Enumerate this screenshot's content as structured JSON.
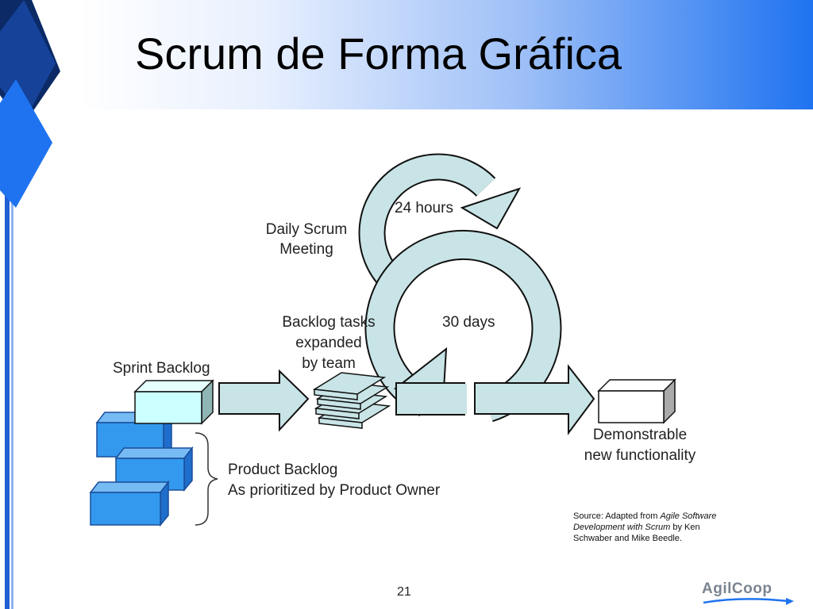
{
  "title": "Scrum de Forma Gráfica",
  "labels": {
    "hours": "24 hours",
    "days": "30 days",
    "daily_meeting_line1": "Daily Scrum",
    "daily_meeting_line2": "Meeting",
    "backlog_tasks_line1": "Backlog tasks",
    "backlog_tasks_line2": "expanded",
    "backlog_tasks_line3": "by team",
    "sprint_backlog": "Sprint Backlog",
    "product_backlog_line1": "Product Backlog",
    "product_backlog_line2": "As prioritized by Product Owner",
    "demonstrable_line1": "Demonstrable",
    "demonstrable_line2": "new functionality"
  },
  "source": {
    "prefix": "Source:  Adapted from ",
    "book_part1": "Agile  Software",
    "book_part2": "Development with Scrum",
    "by_text": " by  Ken",
    "line3": "Schwaber and Mike Beedle."
  },
  "page_number": "21",
  "logo": "AgilCoop",
  "colors": {
    "arrow_fill": "#c8e4e6",
    "box_blue": "#3399ee",
    "box_cyan": "#ccffff",
    "title_gradient_end": "#1f73f0"
  }
}
